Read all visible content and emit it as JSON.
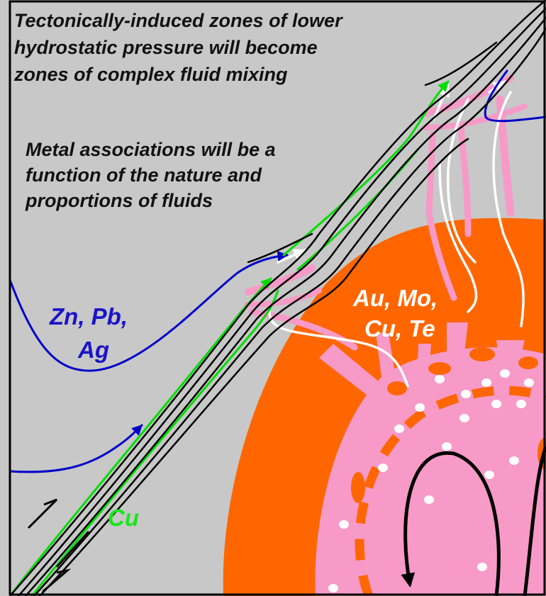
{
  "diagram": {
    "headline": [
      "Tectonically-induced zones of lower",
      "hydrostatic pressure will become",
      "zones of complex fluid mixing"
    ],
    "subtext": [
      "Metal associations will be a",
      "function of the nature and",
      "proportions of fluids"
    ],
    "label_zn_pb": "Zn, Pb,",
    "label_ag": "Ag",
    "label_au_mo": "Au, Mo,",
    "label_cu_te": "Cu, Te",
    "label_cu": "Cu"
  },
  "colors": {
    "background": "#c8c8c8",
    "border": "#000000",
    "intrusion_orange": "#ff6600",
    "magma_pink": "#f79ac8",
    "fault_black": "#000000",
    "fluid_blue": "#0000c8",
    "fluid_green": "#00dd00",
    "fluid_white": "#ffffff",
    "label_blue": "#1a14c8",
    "label_green": "#19e619",
    "label_white": "#ffffff",
    "text_black": "#111111"
  }
}
